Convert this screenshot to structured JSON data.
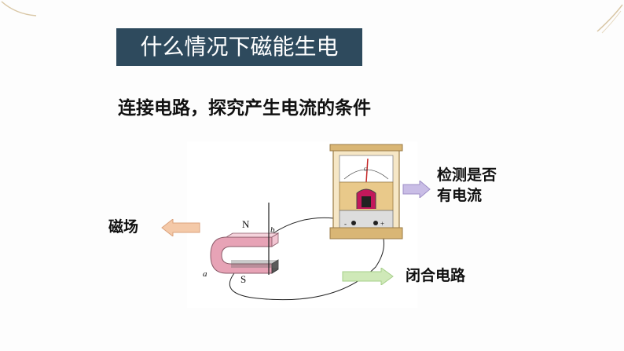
{
  "title": "什么情况下磁能生电",
  "subtitle": "连接电路，探究产生电流的条件",
  "labels": {
    "detect_line1": "检测是否",
    "detect_line2": "有电流",
    "magnetic_field": "磁场",
    "closed_circuit": "闭合电路"
  },
  "diagram": {
    "pole_n": "N",
    "pole_s": "S",
    "point_a": "a",
    "point_b": "b",
    "meter_g": "G",
    "terminal_minus": "-",
    "terminal_plus": "+"
  },
  "colors": {
    "title_bg": "#2e4a5d",
    "arrow_detect": "#c9bde6",
    "arrow_field": "#f4c9a8",
    "arrow_circuit": "#cfe9b8",
    "magnet": "#e7a3b6",
    "meter_case": "#e9c98a"
  }
}
